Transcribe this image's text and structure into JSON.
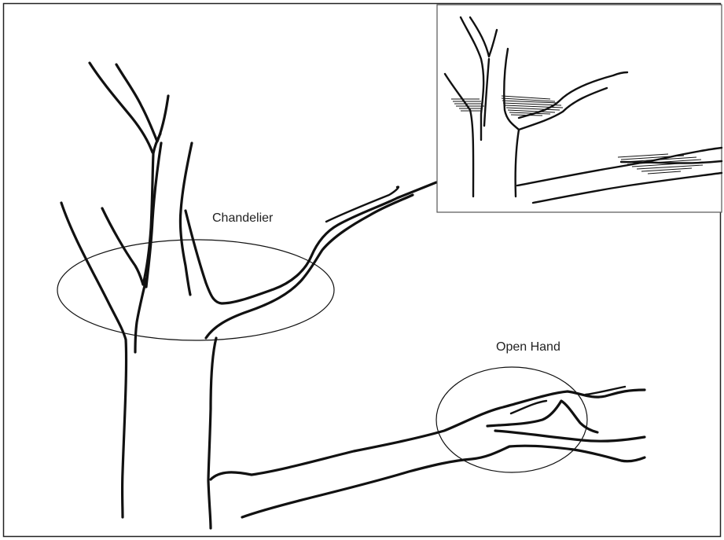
{
  "diagram": {
    "annotations": [
      {
        "id": "chandelier",
        "label": "Chandelier"
      },
      {
        "id": "open-hand",
        "label": "Open Hand"
      }
    ],
    "inset": {
      "description_visible": false
    }
  }
}
